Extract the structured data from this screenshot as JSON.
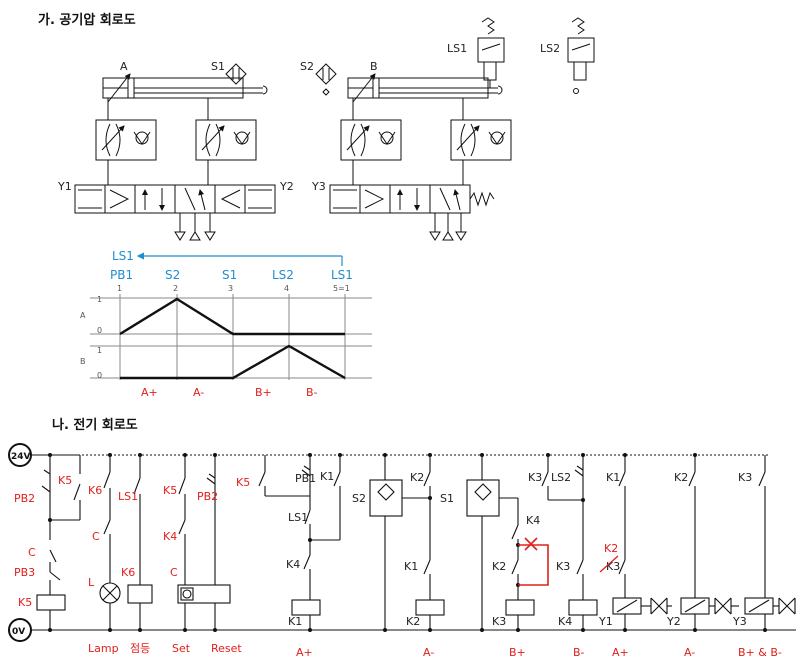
{
  "headings": {
    "pneumatic": "가. 공기압 회로도",
    "electric": "나. 전기 회로도"
  },
  "pneumatic": {
    "cylA": "A",
    "cylB": "B",
    "s1": "S1",
    "s2": "S2",
    "ls1": "LS1",
    "ls2": "LS2",
    "y1": "Y1",
    "y2": "Y2",
    "y3": "Y3"
  },
  "displacement": {
    "arrow_label": "LS1",
    "steps": [
      {
        "sensor": "PB1",
        "num": "1"
      },
      {
        "sensor": "S2",
        "num": "2"
      },
      {
        "sensor": "S1",
        "num": "3"
      },
      {
        "sensor": "LS2",
        "num": "4"
      },
      {
        "sensor": "LS1",
        "num": "5=1"
      }
    ],
    "row_a": "A",
    "row_b": "B",
    "level_1": "1",
    "level_0": "0",
    "motions": [
      "A+",
      "A-",
      "B+",
      "B-"
    ]
  },
  "electric": {
    "rail_top": "24V",
    "rail_bottom": "0V",
    "labels_left": {
      "k5_top": "K5",
      "pb2": "PB2",
      "c1": "C",
      "pb3": "PB3",
      "k5_coil": "K5",
      "k6": "K6",
      "ls1": "LS1",
      "c2": "C",
      "l": "L",
      "k6_coil": "K6",
      "k5_mid": "K5",
      "k4": "K4",
      "c3": "C",
      "pb2_b": "PB2",
      "k5_r": "K5"
    },
    "labels_mid": {
      "pb1": "PB1",
      "k1": "K1",
      "ls1": "LS1",
      "k4": "K4",
      "k1_coil": "K1",
      "s2": "S2",
      "k2": "K2",
      "s1": "S1",
      "k1_b": "K1",
      "k2_coil": "K2",
      "k3": "K3",
      "k4_b": "K4",
      "k2_b": "K2",
      "k3_coil": "K3"
    },
    "labels_right": {
      "k3_top": "K3",
      "ls2": "LS2",
      "k3_b": "K3",
      "k4_coil": "K4",
      "k1": "K1",
      "k2_red": "K2",
      "k3_c": "K3",
      "y1": "Y1",
      "k2": "K2",
      "y2": "Y2",
      "k3": "K3",
      "y3": "Y3"
    },
    "bottom": [
      "Lamp",
      "점등",
      "Set",
      "Reset",
      "A+",
      "A-",
      "B+",
      "B-",
      "A+",
      "A-",
      "B+ & B-"
    ]
  }
}
